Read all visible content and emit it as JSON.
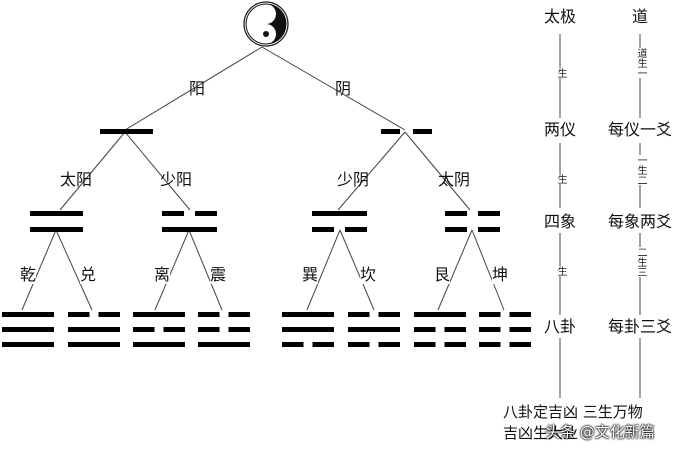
{
  "tree": {
    "yin_yang_icon": "yin-yang-icon",
    "level1": {
      "yang": "阳",
      "yin": "阴"
    },
    "level2": {
      "taiyang": "太阳",
      "shaoyin_left": "少阳",
      "shaoyin": "少阴",
      "taiyin": "太阴"
    },
    "trigrams": {
      "qian": "乾",
      "dui": "兑",
      "li": "离",
      "zhen": "震",
      "xun": "巽",
      "kan": "坎",
      "gen": "艮",
      "kun": "坤"
    }
  },
  "column_left": {
    "taiji": "太极",
    "sheng1": "生",
    "liangyi": "两仪",
    "sheng2": "生",
    "sixiang": "四象",
    "sheng3": "生",
    "bagua": "八卦"
  },
  "column_right": {
    "dao": "道",
    "dao_sheng_yi": "道生一",
    "meiyi_yiyao": "每仪一爻",
    "yi_sheng_er": "一生二",
    "meixiang_liangyao": "每象两爻",
    "er_sheng_san": "二生三",
    "meigua_sanyao": "每卦三爻"
  },
  "bottom": {
    "line1": "八卦定吉凶  三生万物",
    "line2": "吉凶生大业"
  },
  "watermark": "头条 @文化新篇"
}
